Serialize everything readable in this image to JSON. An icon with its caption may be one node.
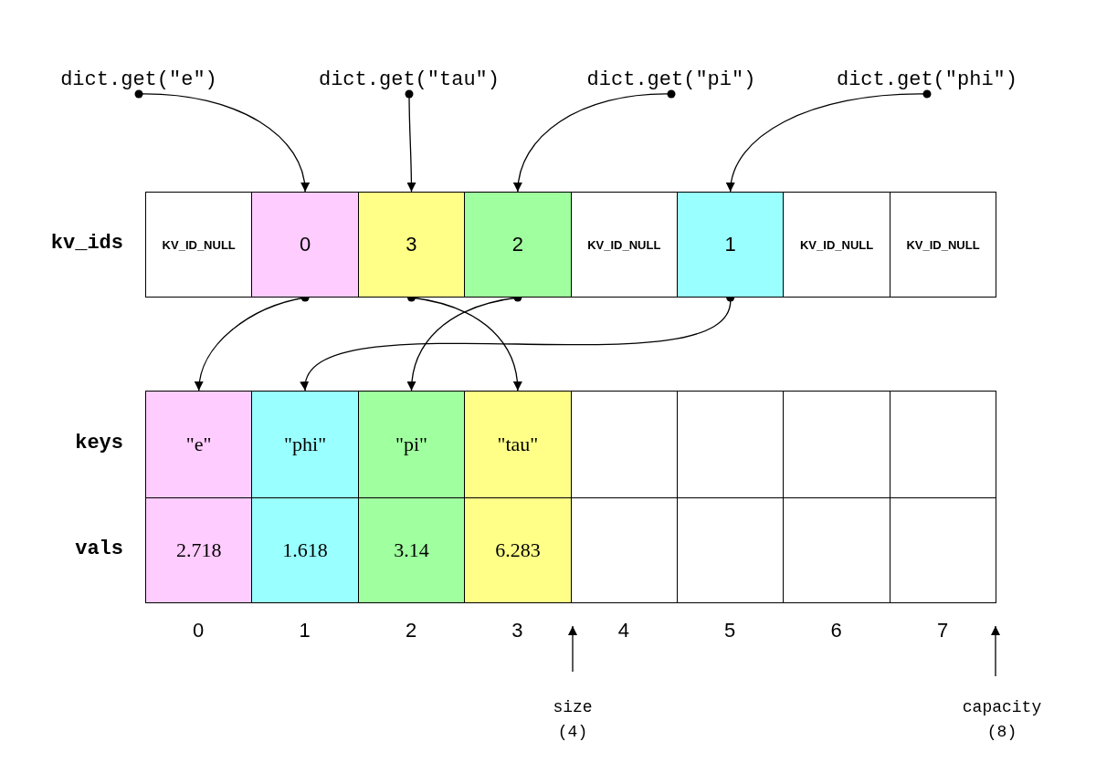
{
  "diagram": {
    "nodes": [
      {
        "text": [
          "dict.get(\"e\")"
        ]
      },
      {
        "text": [
          "dict.get(\"tau\")"
        ]
      },
      {
        "text": [
          "dict.get(\"pi\")"
        ]
      },
      {
        "text": [
          "dict.get(\"phi\")"
        ]
      },
      {
        "text": [
          "KV_ID_NULL"
        ]
      },
      {
        "text": [
          "0"
        ]
      },
      {
        "text": [
          "3"
        ]
      },
      {
        "text": [
          "2"
        ]
      },
      {
        "text": [
          "KV_ID_NULL"
        ]
      },
      {
        "text": [
          "1"
        ]
      },
      {
        "text": [
          "KV_ID_NULL"
        ]
      },
      {
        "text": [
          "KV_ID_NULL"
        ]
      },
      {
        "text": [
          "\"e\""
        ]
      },
      {
        "text": [
          "\"phi\""
        ]
      },
      {
        "text": [
          "\"pi\""
        ]
      },
      {
        "text": [
          "\"tau\""
        ]
      },
      {
        "text": [],
        "shape": "box"
      },
      {
        "text": [],
        "shape": "box"
      },
      {
        "text": [],
        "shape": "box"
      },
      {
        "text": [],
        "shape": "box"
      },
      {
        "text": [
          "2.718"
        ]
      },
      {
        "text": [
          "1.618"
        ]
      },
      {
        "text": [
          "3.14"
        ]
      },
      {
        "text": [
          "6.283"
        ]
      },
      {
        "text": [],
        "shape": "box"
      },
      {
        "text": [],
        "shape": "box"
      },
      {
        "text": [],
        "shape": "box"
      },
      {
        "text": [],
        "shape": "box"
      }
    ],
    "edges": [
      {
        "from": 0,
        "to": 5,
        "arrow": "to"
      },
      {
        "from": 1,
        "to": 6,
        "arrow": "to"
      },
      {
        "from": 2,
        "to": 7,
        "arrow": "to"
      },
      {
        "from": 3,
        "to": 9,
        "arrow": "to"
      },
      {
        "from": 5,
        "to": 12,
        "arrow": "to"
      },
      {
        "from": 6,
        "to": 15,
        "arrow": "to"
      },
      {
        "from": 7,
        "to": 14,
        "arrow": "to"
      },
      {
        "from": 9,
        "to": 13,
        "arrow": "to"
      }
    ],
    "labels": [
      "kv_ids",
      "keys",
      "vals",
      "0",
      "1",
      "2",
      "3",
      "4",
      "5",
      "6",
      "7",
      "size (4)",
      "capacity (8)"
    ]
  }
}
